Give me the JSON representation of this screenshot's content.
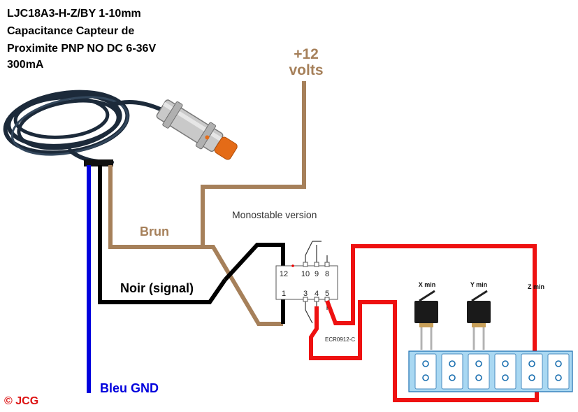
{
  "title": {
    "line1": "LJC18A3-H-Z/BY 1-10mm",
    "line2": "Capacitance Capteur de",
    "line3": "Proximite PNP NO DC 6-36V",
    "line4": "300mA"
  },
  "supply": {
    "value": "+12",
    "unit": "volts"
  },
  "wires": {
    "brown": "Brun",
    "black": "Noir (signal)",
    "blue": "Bleu GND"
  },
  "relay": {
    "caption": "Monostable version",
    "model": "ECR0912-C",
    "pins_top": [
      "12",
      "10",
      "9",
      "8"
    ],
    "pins_bottom": [
      "1",
      "3",
      "4",
      "5"
    ]
  },
  "switches": {
    "x": "X min",
    "y": "Y min",
    "z": "Z min"
  },
  "copyright": "© JCG",
  "colors": {
    "brown": "#a6805a",
    "black": "#000000",
    "blue": "#0000dd",
    "red": "#ee1111",
    "terminal": "#a9d8f2"
  }
}
